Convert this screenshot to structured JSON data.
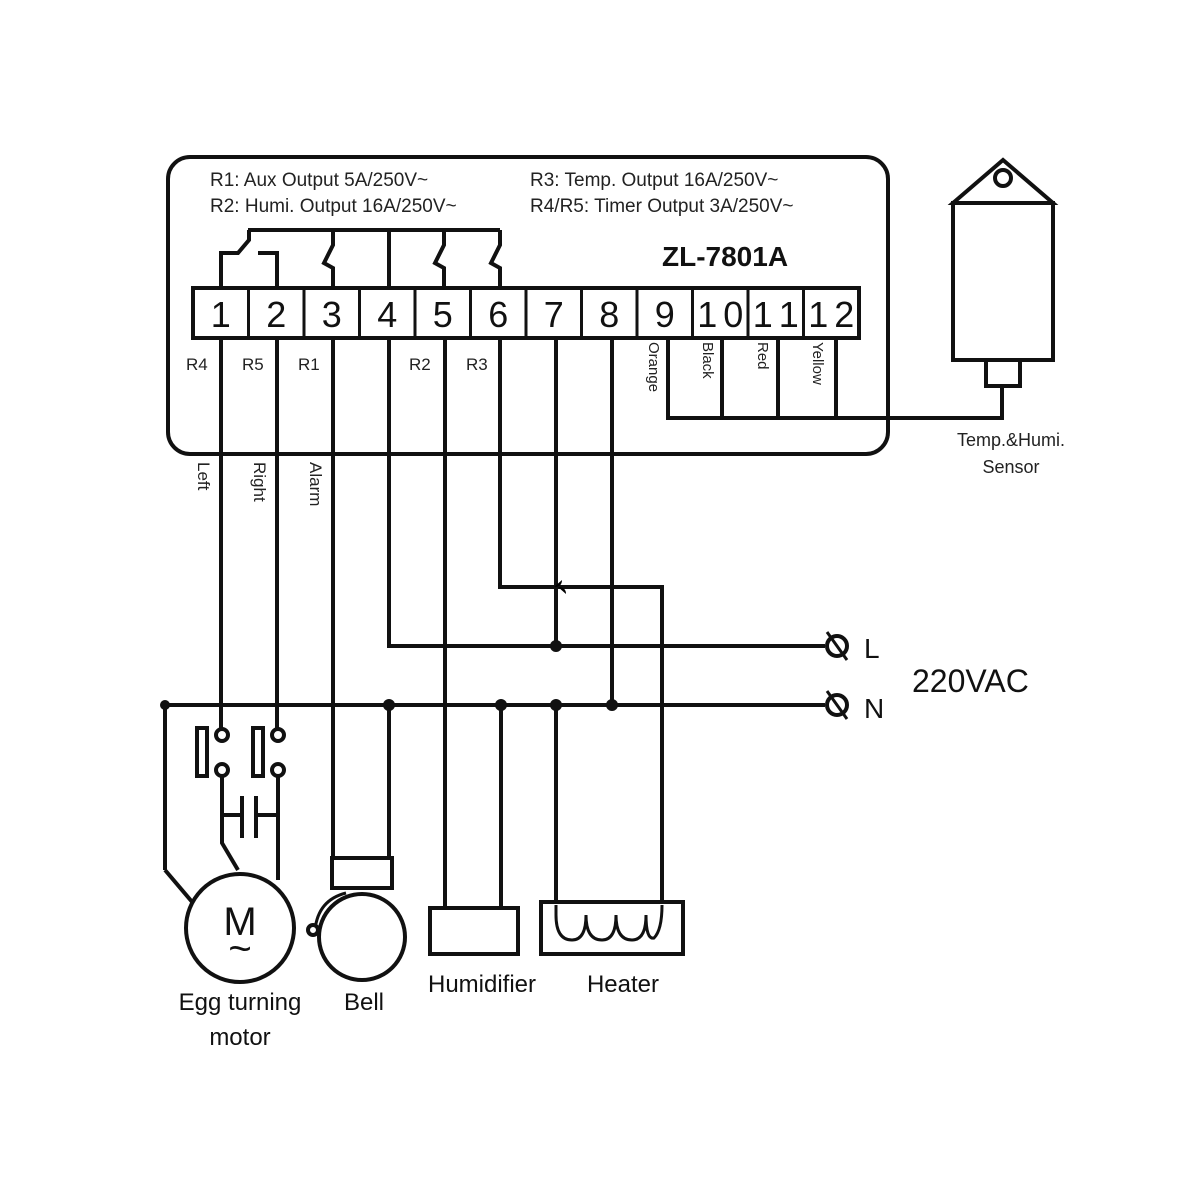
{
  "controller": {
    "model": "ZL-7801A",
    "specs": [
      "R1: Aux  Output 5A/250V~",
      "R2: Humi.  Output 16A/250V~",
      "R3: Temp. Output 16A/250V~",
      "R4/R5: Timer  Output 3A/250V~"
    ],
    "terminals": [
      "1",
      "2",
      "3",
      "4",
      "5",
      "6",
      "7",
      "8",
      "9",
      "10",
      "11",
      "12"
    ],
    "relay_labels": [
      "R4",
      "R5",
      "R1",
      "R2",
      "R3"
    ],
    "sensor_wire_colors": [
      "Orange",
      "Black",
      "Red",
      "Yellow"
    ]
  },
  "output_labels": [
    "Left",
    "Right",
    "Alarm"
  ],
  "sensor": {
    "label_line1": "Temp.&Humi.",
    "label_line2": "Sensor"
  },
  "power": {
    "voltage": "220VAC",
    "line": "L",
    "neutral": "N"
  },
  "loads": {
    "motor_symbol": "M",
    "motor_ac_symbol": "~",
    "motor_line1": "Egg turning",
    "motor_line2": "motor",
    "bell": "Bell",
    "humidifier": "Humidifier",
    "heater": "Heater"
  }
}
